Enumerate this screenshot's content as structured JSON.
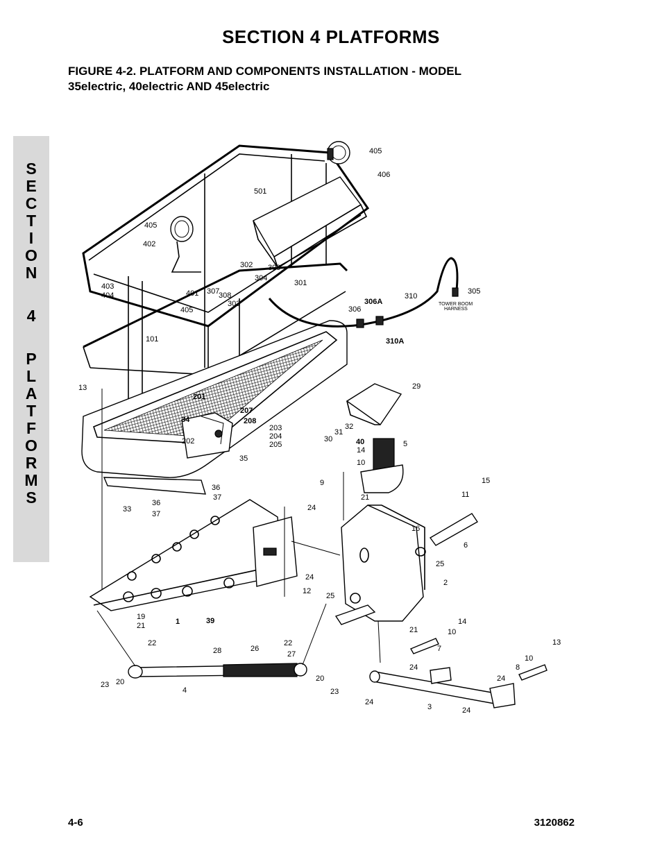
{
  "header": {
    "section_title": "SECTION 4  PLATFORMS",
    "figure_title_line1": "FIGURE 4-2.    PLATFORM AND COMPONENTS INSTALLATION - MODEL",
    "figure_title_line2": "35electric, 40electric AND 45electric"
  },
  "side_tab": {
    "letters": [
      "S",
      "E",
      "C",
      "T",
      "I",
      "O",
      "N",
      "4",
      "P",
      "L",
      "A",
      "T",
      "F",
      "O",
      "R",
      "M",
      "S"
    ]
  },
  "callouts": {
    "c405a": "405",
    "c406": "406",
    "c501": "501",
    "c405b": "405",
    "c402": "402",
    "c302": "302",
    "c309": "309",
    "c304": "304",
    "c301": "301",
    "c305": "305",
    "c403": "403",
    "c404": "404",
    "c401": "401",
    "c405c": "405",
    "c307": "307",
    "c308": "308",
    "c303": "303",
    "c310": "310",
    "c306": "306",
    "c306a": "306A",
    "c310a": "310A",
    "tower_boom_1": "TOWER BOOM",
    "tower_boom_2": "HARNESS",
    "c101": "101",
    "c13a": "13",
    "c29": "29",
    "c201": "201",
    "c207": "207",
    "c34": "34",
    "c208": "208",
    "c202": "202",
    "c203": "203",
    "c204": "204",
    "c205": "205",
    "c32": "32",
    "c31": "31",
    "c30": "30",
    "c40": "40",
    "c5": "5",
    "c14a": "14",
    "c10a": "10",
    "c35": "35",
    "c9": "9",
    "c15": "15",
    "c36a": "36",
    "c37a": "37",
    "c21a": "21",
    "c11": "11",
    "c33": "33",
    "c36b": "36",
    "c37b": "37",
    "c24a": "24",
    "c16": "16",
    "c6": "6",
    "c25a": "25",
    "c24b": "24",
    "c2": "2",
    "c12": "12",
    "c25b": "25",
    "c19": "19",
    "c21b": "21",
    "c1": "1",
    "c39": "39",
    "c14b": "14",
    "c21c": "21",
    "c10b": "10",
    "c7": "7",
    "c22a": "22",
    "c22b": "22",
    "c13b": "13",
    "c28": "28",
    "c26": "26",
    "c27": "27",
    "c10c": "10",
    "c8": "8",
    "c24c": "24",
    "c20a": "20",
    "c20b": "20",
    "c23a": "23",
    "c23b": "23",
    "c4": "4",
    "c24d": "24",
    "c24e": "24",
    "c3": "3",
    "c24f": "24"
  },
  "footer": {
    "page_number": "4-6",
    "doc_number": "3120862"
  }
}
